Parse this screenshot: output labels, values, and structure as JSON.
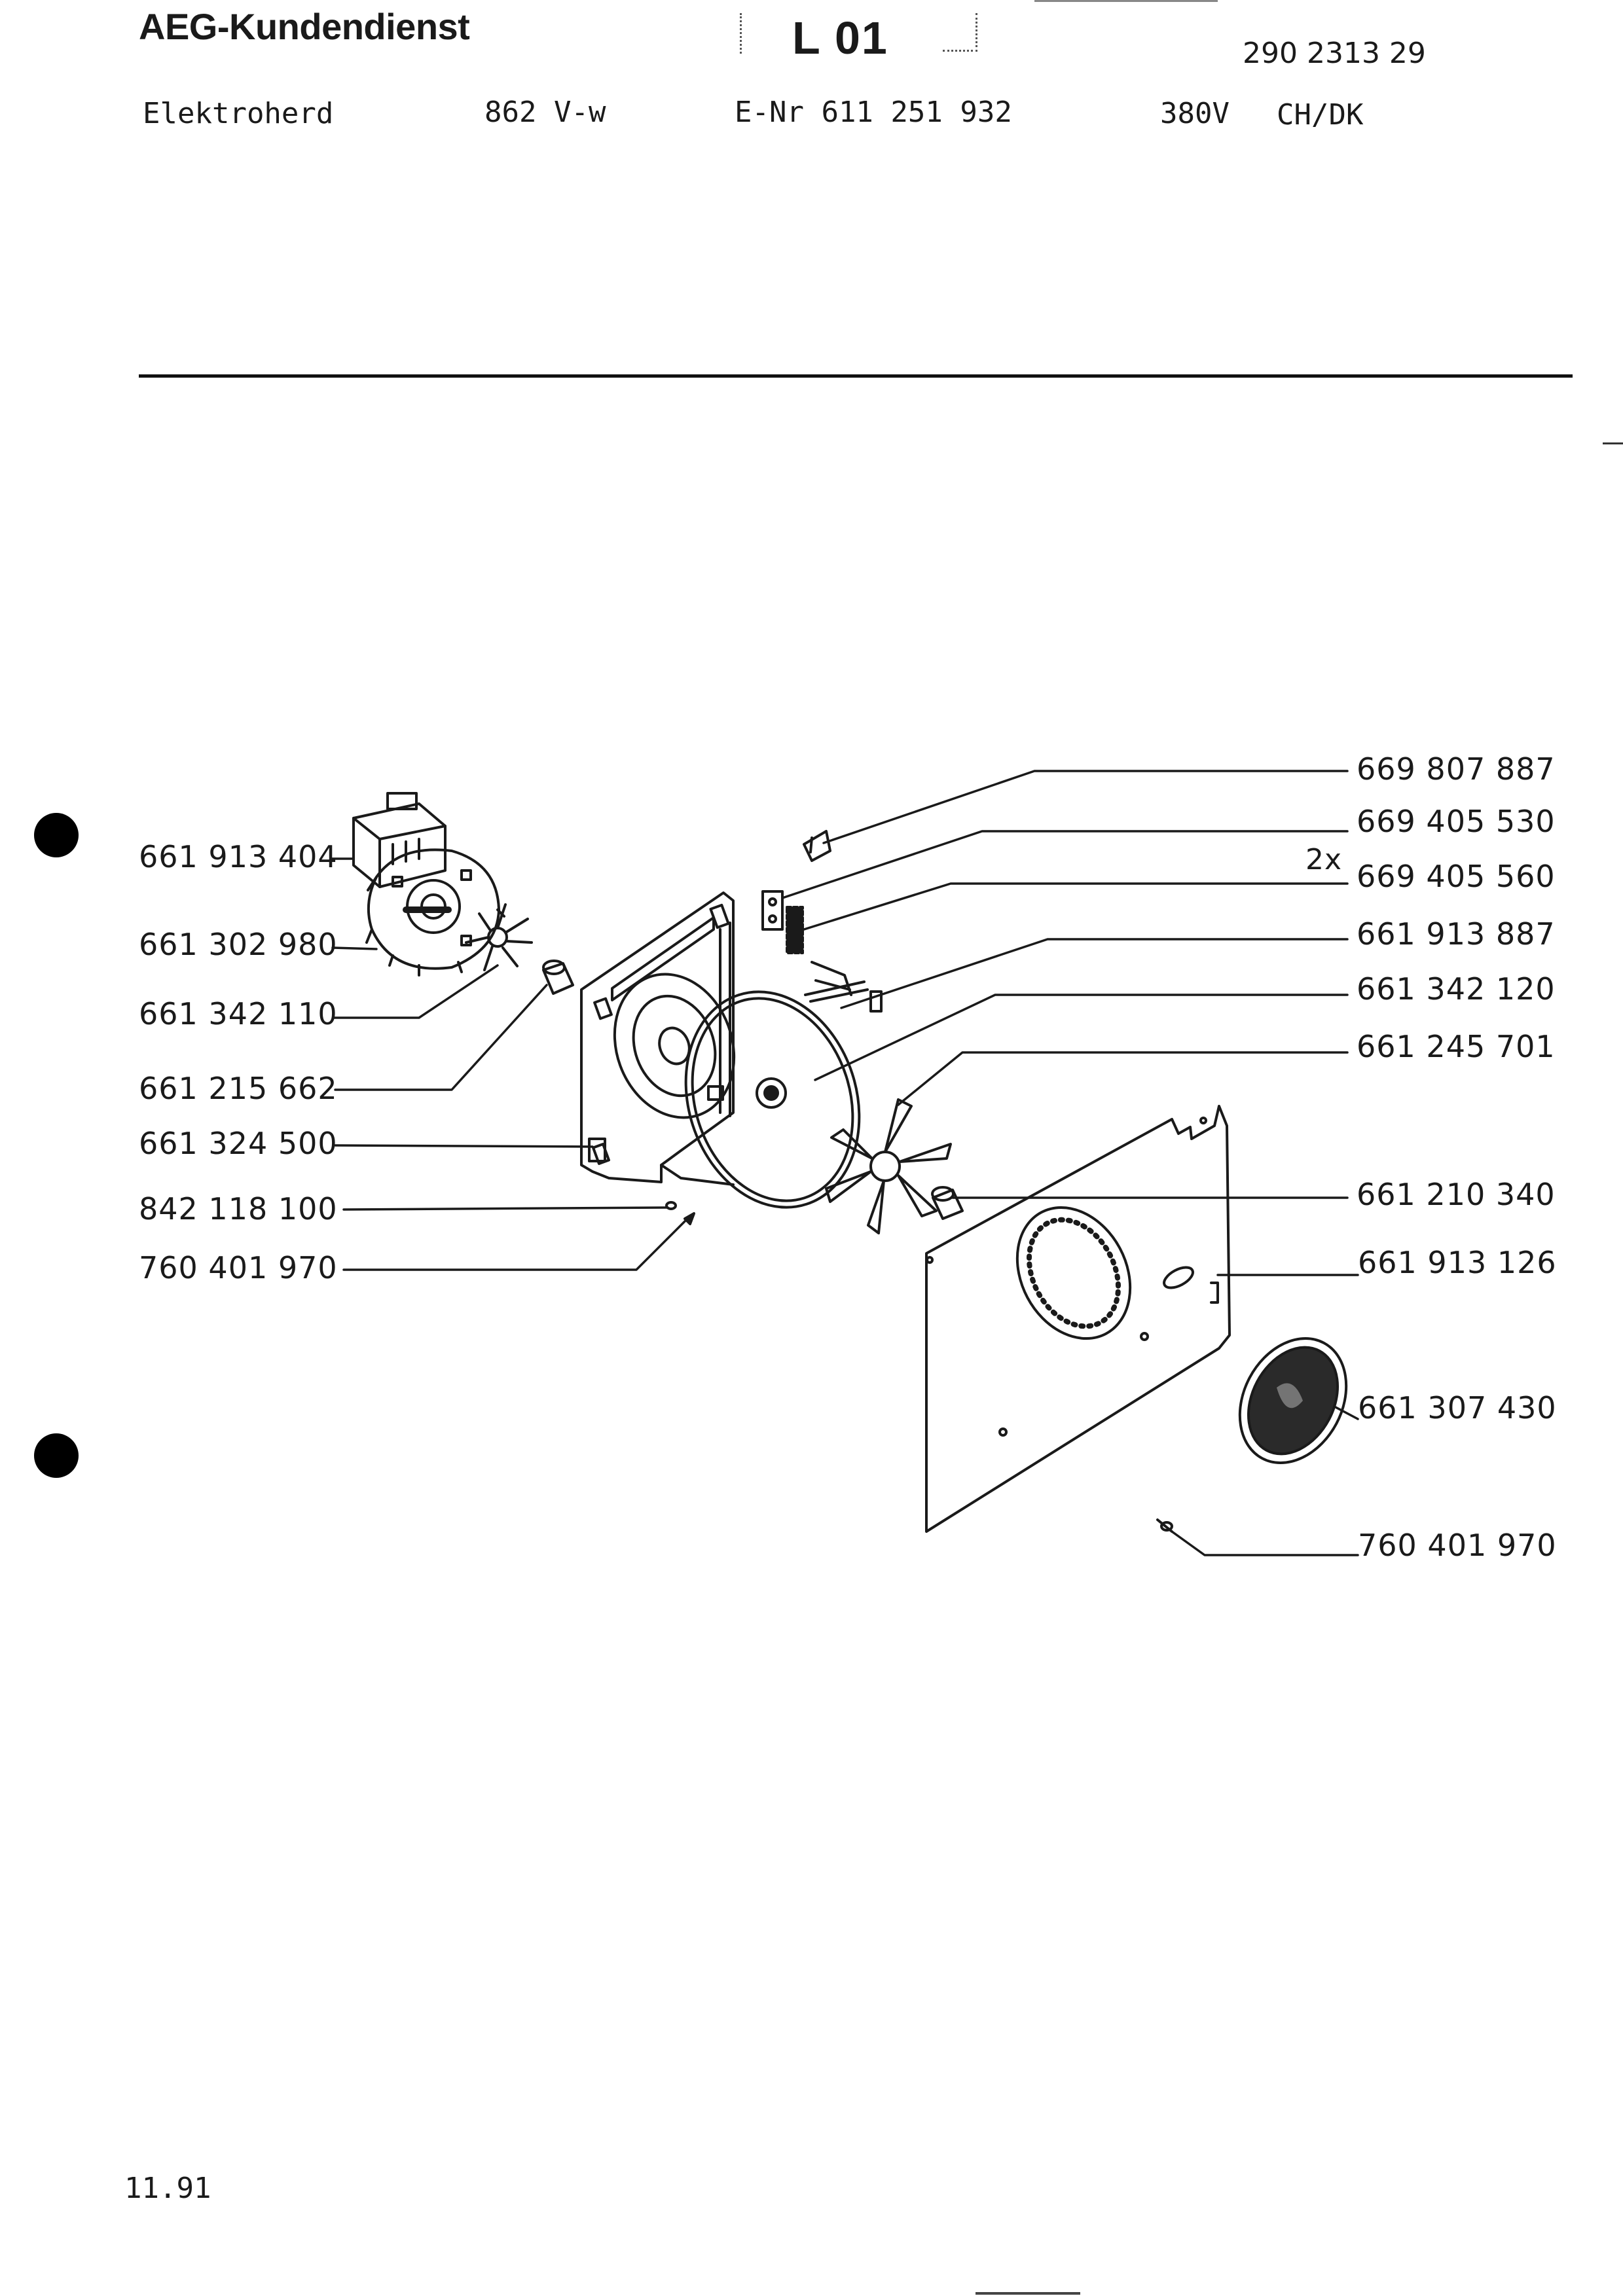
{
  "header": {
    "company": "AEG-Kundendienst",
    "sheet": "L 01",
    "doc_number": "290 2313 29",
    "product": "Elektroherd",
    "model": "862 V-w",
    "enr": "E-Nr 611 251 932",
    "voltage": "380V",
    "region": "CH/DK"
  },
  "parts_left": [
    "661 913 404",
    "661 302 980",
    "661 342 110",
    "661 215 662",
    "661 324 500",
    "842 118 100",
    "760 401 970"
  ],
  "parts_right": [
    "669 807 887",
    "669 405 530",
    "669 405 560",
    "661 913 887",
    "661 342 120",
    "661 245 701",
    "661 210 340",
    "661 913 126",
    "661 307 430",
    "760 401 970"
  ],
  "quantity_note": "2x",
  "footer": {
    "date": "11.91"
  }
}
